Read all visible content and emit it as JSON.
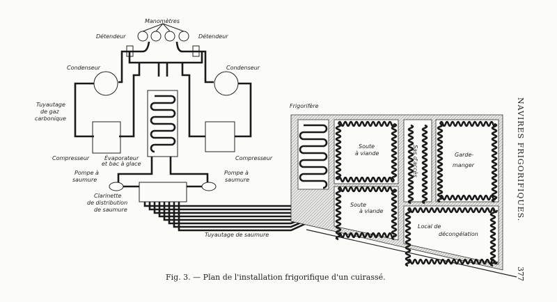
{
  "labels": {
    "manometres": "Manomètres",
    "detendeur_left": "Détendeur",
    "detendeur_right": "Détendeur",
    "condenseur_left": "Condenseur",
    "condenseur_right": "Condenseur",
    "tuyautage_gaz": [
      "Tuyautage",
      "de gaz",
      "carbonique"
    ],
    "compresseur_left": "Compresseur",
    "compresseur_right": "Compresseur",
    "evaporateur": [
      "Évaporateur",
      "et bac à glace"
    ],
    "pompe_left": [
      "Pompe à",
      "saumure"
    ],
    "pompe_right": [
      "Pompe à",
      "saumure"
    ],
    "clarinette": [
      "Clarinette",
      "de distribution",
      "de saumure"
    ],
    "tuyautage_saumure": "Tuyautage de saumure",
    "frigorifere": "Frigorifère",
    "soute_top": [
      "Soute",
      "à viande"
    ],
    "soute_bottom": [
      "Soute",
      "à viande"
    ],
    "sas": "Sas d'accès",
    "garde_manger": [
      "Garde-",
      "manger"
    ],
    "decongelation": [
      "Local de",
      "décongélation"
    ]
  },
  "caption": "Fig. 3. — Plan de l'installation frigorifique d'un cuirassé.",
  "running_head": "NAVIRES FRIGORIFIQUES.",
  "page_number": "377"
}
